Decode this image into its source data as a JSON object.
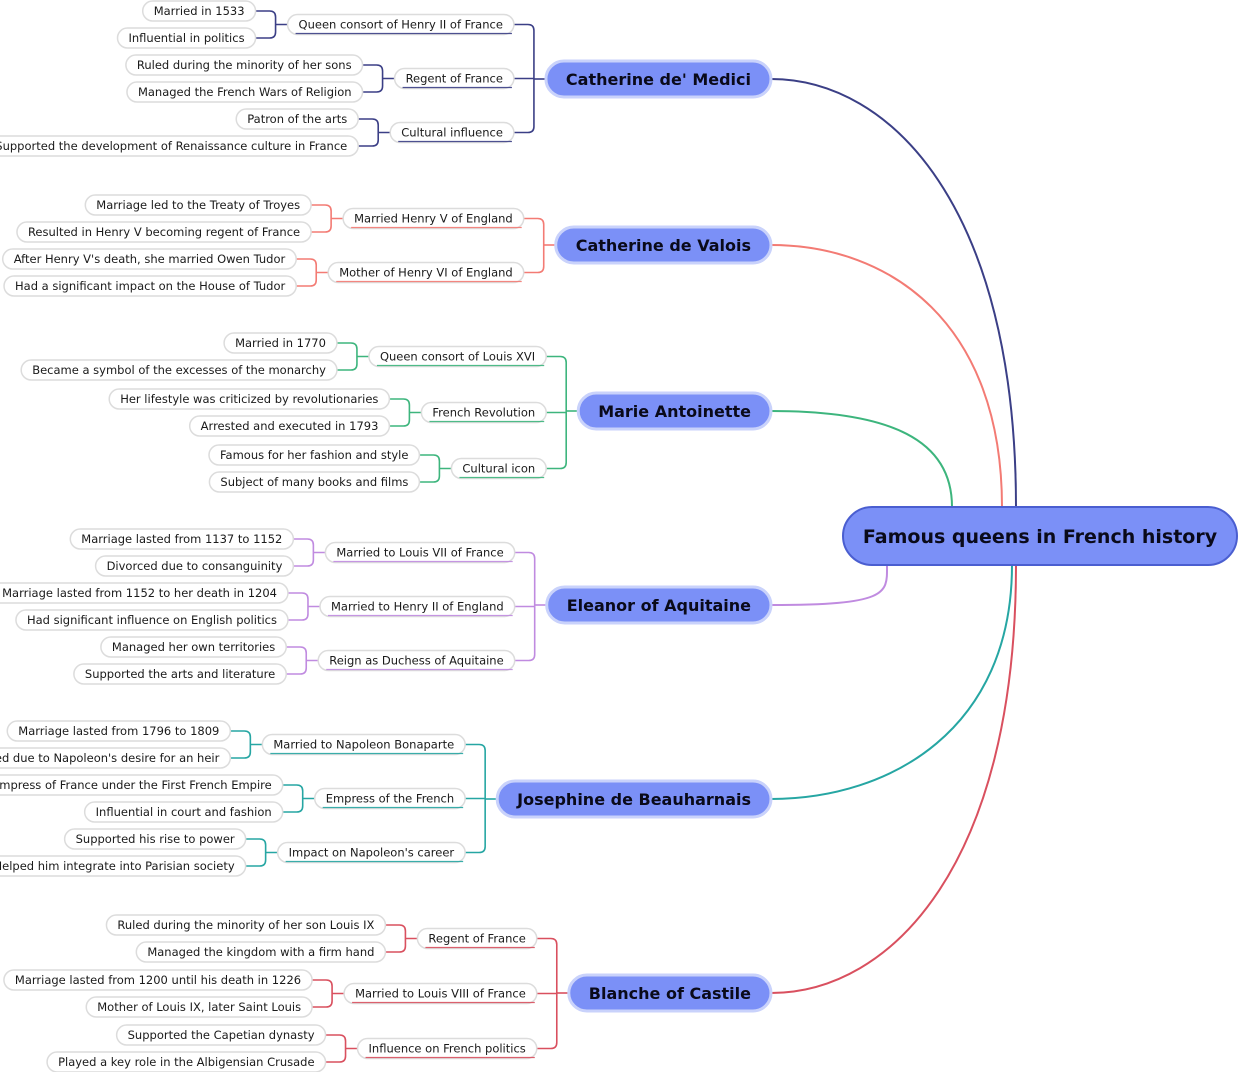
{
  "root": {
    "label": "Famous queens in French history"
  },
  "colors": {
    "node_fill": "#7b90f7",
    "node_stroke": "#4a5ed0",
    "pill_stroke": "#dcdcdc",
    "pill_fill": "#ffffff"
  },
  "branches": [
    {
      "label": "Catherine de' Medici",
      "color": "#3b3f86",
      "subs": [
        {
          "label": "Queen consort of Henry II of France",
          "leaves": [
            "Married in 1533",
            "Influential in politics"
          ]
        },
        {
          "label": "Regent of France",
          "leaves": [
            "Ruled during the minority of her sons",
            "Managed the French Wars of Religion"
          ]
        },
        {
          "label": "Cultural influence",
          "leaves": [
            "Patron of the arts",
            "Supported the development of Renaissance culture in France"
          ]
        }
      ]
    },
    {
      "label": "Catherine de Valois",
      "color": "#f37b74",
      "subs": [
        {
          "label": "Married Henry V of England",
          "leaves": [
            "Marriage led to the Treaty of Troyes",
            "Resulted in Henry V becoming regent of France"
          ]
        },
        {
          "label": "Mother of Henry VI of England",
          "leaves": [
            "After Henry V's death, she married Owen Tudor",
            "Had a significant impact on the House of Tudor"
          ]
        }
      ]
    },
    {
      "label": "Marie Antoinette",
      "color": "#3db57d",
      "subs": [
        {
          "label": "Queen consort of Louis XVI",
          "leaves": [
            "Married in 1770",
            "Became a symbol of the excesses of the monarchy"
          ]
        },
        {
          "label": "French Revolution",
          "leaves": [
            "Her lifestyle was criticized by revolutionaries",
            "Arrested and executed in 1793"
          ]
        },
        {
          "label": "Cultural icon",
          "leaves": [
            "Famous for her fashion and style",
            "Subject of many books and films"
          ]
        }
      ]
    },
    {
      "label": "Eleanor of Aquitaine",
      "color": "#c08be0",
      "subs": [
        {
          "label": "Married to Louis VII of France",
          "leaves": [
            "Marriage lasted from 1137 to 1152",
            "Divorced due to consanguinity"
          ]
        },
        {
          "label": "Married to Henry II of England",
          "leaves": [
            "Marriage lasted from 1152 to her death in 1204",
            "Had significant influence on English politics"
          ]
        },
        {
          "label": "Reign as Duchess of Aquitaine",
          "leaves": [
            "Managed her own territories",
            "Supported the arts and literature"
          ]
        }
      ]
    },
    {
      "label": "Josephine de Beauharnais",
      "color": "#26a6a3",
      "subs": [
        {
          "label": "Married to Napoleon Bonaparte",
          "leaves": [
            "Marriage lasted from 1796 to 1809",
            "Divorced due to Napoleon's desire for an heir"
          ]
        },
        {
          "label": "Empress of the French",
          "leaves": [
            "First Empress of France under the First French Empire",
            "Influential in court and fashion"
          ]
        },
        {
          "label": "Impact on Napoleon's career",
          "leaves": [
            "Supported his rise to power",
            "Helped him integrate into Parisian society"
          ]
        }
      ]
    },
    {
      "label": "Blanche of Castile",
      "color": "#d9505f",
      "subs": [
        {
          "label": "Regent of France",
          "leaves": [
            "Ruled during the minority of her son Louis IX",
            "Managed the kingdom with a firm hand"
          ]
        },
        {
          "label": "Married to Louis VIII of France",
          "leaves": [
            "Marriage lasted from 1200 until his death in 1226",
            "Mother of Louis IX, later Saint Louis"
          ]
        },
        {
          "label": "Influence on French politics",
          "leaves": [
            "Supported the Capetian dynasty",
            "Played a key role in the Albigensian Crusade"
          ]
        }
      ]
    }
  ]
}
